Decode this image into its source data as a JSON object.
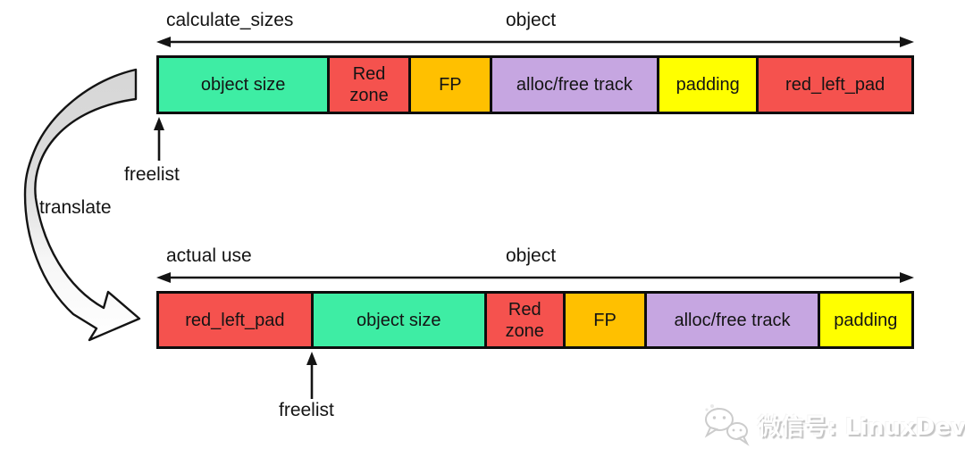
{
  "diagram": {
    "top": {
      "left_label": "calculate_sizes",
      "span_label": "object",
      "freelist_label": "freelist",
      "segments": [
        {
          "label": "object size",
          "color": "#3EEDA4"
        },
        {
          "label": "Red\nzone",
          "color": "#F5524E"
        },
        {
          "label": "FP",
          "color": "#FFC000"
        },
        {
          "label": "alloc/free track",
          "color": "#C6A6E1"
        },
        {
          "label": "padding",
          "color": "#FFFF00"
        },
        {
          "label": "red_left_pad",
          "color": "#F5524E"
        }
      ]
    },
    "translate_label": "translate",
    "bottom": {
      "left_label": "actual use",
      "span_label": "object",
      "freelist_label": "freelist",
      "segments": [
        {
          "label": "red_left_pad",
          "color": "#F5524E"
        },
        {
          "label": "object size",
          "color": "#3EEDA4"
        },
        {
          "label": "Red\nzone",
          "color": "#F5524E"
        },
        {
          "label": "FP",
          "color": "#FFC000"
        },
        {
          "label": "alloc/free track",
          "color": "#C6A6E1"
        },
        {
          "label": "padding",
          "color": "#FFFF00"
        }
      ]
    },
    "colors": {
      "outline": "#141414",
      "curved_arrow_fill_top": "#D6D6D6",
      "curved_arrow_fill_bottom": "#FFFFFF"
    }
  },
  "watermark": {
    "icon": "wechat-icon",
    "text": "微信号: LinuxDev"
  }
}
